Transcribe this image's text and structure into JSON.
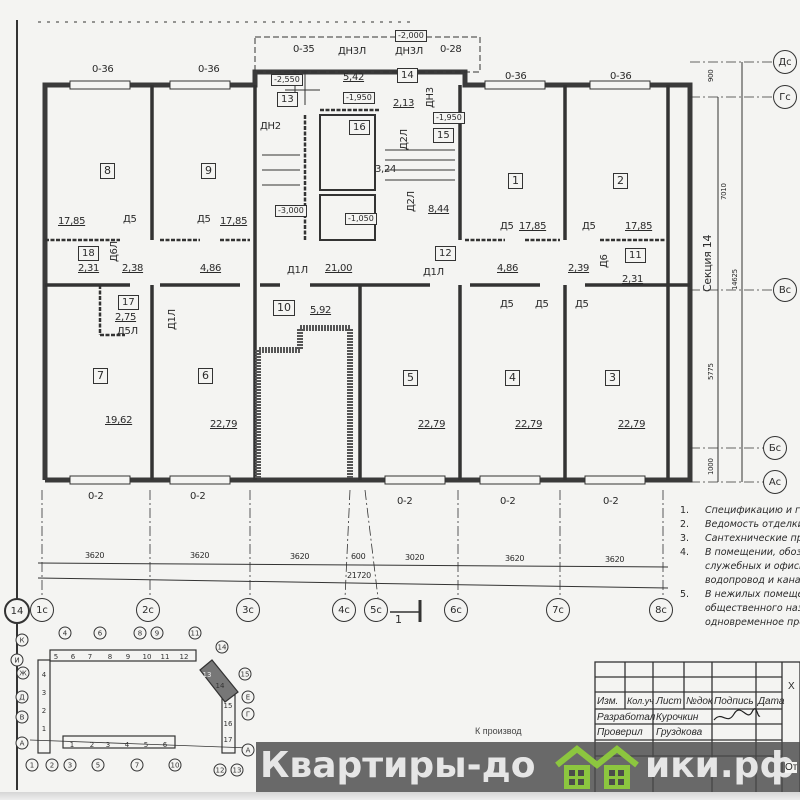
{
  "plan": {
    "section_label": "Секция 14",
    "section_number": "14",
    "levels": [
      "-2,000",
      "-2,550",
      "-1,950",
      "-1,950",
      "-3,000",
      "-1,050"
    ],
    "rooms": [
      {
        "num": "8",
        "area": "17,85"
      },
      {
        "num": "9",
        "area": "17,85"
      },
      {
        "num": "1",
        "area": "17,85"
      },
      {
        "num": "2",
        "area": "17,85"
      },
      {
        "num": "7",
        "area": "19,62"
      },
      {
        "num": "6",
        "area": "22,79"
      },
      {
        "num": "5",
        "area": "22,79"
      },
      {
        "num": "4",
        "area": "22,79"
      },
      {
        "num": "3",
        "area": "22,79"
      },
      {
        "num": "18",
        "area": "2,31"
      },
      {
        "num": "17",
        "area": "2,75"
      },
      {
        "num": "10",
        "area": "5,92"
      },
      {
        "num": "11",
        "area": "2,31"
      },
      {
        "num": "12",
        "area": ""
      },
      {
        "num": "13",
        "area": ""
      },
      {
        "num": "14",
        "area": "2,13"
      },
      {
        "num": "15",
        "area": ""
      },
      {
        "num": "16",
        "area": "3,24"
      }
    ],
    "other_areas": [
      "5,42",
      "8,44",
      "2,38",
      "4,86",
      "21,00",
      "4,86",
      "2,39"
    ],
    "windows": [
      "0-36",
      "0-36",
      "0-35",
      "0-28",
      "0-36",
      "0-36",
      "0-2",
      "0-2",
      "0-2",
      "0-2",
      "0-2"
    ],
    "doors": [
      "ДН3Л",
      "ДН3Л",
      "ДН2",
      "ДН3",
      "Д2Л",
      "Д2Л",
      "Д5",
      "Д5",
      "Д6Л",
      "Д1Л",
      "Д1Л",
      "Д1Л",
      "Д5Л",
      "Д5",
      "Д5",
      "Д5",
      "Д6",
      "Д5",
      "Д5"
    ],
    "section_cut": "1"
  },
  "axes": {
    "horizontal": [
      "1с",
      "2с",
      "3с",
      "4с",
      "5с",
      "6с",
      "7с",
      "8с"
    ],
    "vertical": [
      "Дс",
      "Гс",
      "Вс",
      "Бс",
      "Ас"
    ]
  },
  "dimensions": {
    "bottom": [
      "3620",
      "3620",
      "3620",
      "600",
      "3020",
      "3620",
      "3620"
    ],
    "bottom_total": "21720",
    "right": [
      "900",
      "7010",
      "5775",
      "1000"
    ],
    "right_total": "14625"
  },
  "notes": [
    {
      "n": "1.",
      "text": "Спецификацию и габа"
    },
    {
      "n": "2.",
      "text": "Ведомость отделки п"
    },
    {
      "n": "3.",
      "text": "Сантехнические приб"
    },
    {
      "n": "4.",
      "text": "В помещении, обозн"
    },
    {
      "n": "",
      "text": "служебных и офисн"
    },
    {
      "n": "",
      "text": "водопровод и канализ"
    },
    {
      "n": "5.",
      "text": "В нежилых помещен"
    },
    {
      "n": "",
      "text": "общественного назно"
    },
    {
      "n": "",
      "text": "одновременное пребы"
    }
  ],
  "title_block": {
    "headers": [
      "Изм.",
      "Кол.уч",
      "Лист",
      "№док",
      "Подпись",
      "Дата"
    ],
    "rows": [
      {
        "role": "Разработал",
        "name": "Курочкин"
      },
      {
        "role": "Проверил",
        "name": "Груздкова"
      }
    ],
    "right_top": "Х",
    "right_bottom": "От",
    "stamp": "К производ"
  },
  "key_plan": {
    "section_badge": "14",
    "left_axes": [
      "К",
      "И",
      "Ж",
      "Д",
      "В",
      "А"
    ],
    "top_axes": [
      "4",
      "6",
      "8",
      "9",
      "11"
    ],
    "bottom_axes": [
      "1",
      "2",
      "3",
      "5",
      "7",
      "10"
    ],
    "right_axes": [
      "14",
      "15",
      "Е",
      "Г",
      "А",
      "12",
      "13"
    ],
    "top_sections": [
      "5",
      "6",
      "7",
      "8",
      "9",
      "10",
      "11",
      "12"
    ],
    "left_sections": [
      "4",
      "3",
      "2",
      "1"
    ],
    "bottom_sections": [
      "1",
      "2",
      "3",
      "4",
      "5",
      "6"
    ],
    "right_sections": [
      "13",
      "14",
      "15",
      "16",
      "17"
    ]
  },
  "watermark": {
    "part1": "Квартиры-до",
    "part2": "ики.рф",
    "logo_color": "#8cc63f"
  }
}
